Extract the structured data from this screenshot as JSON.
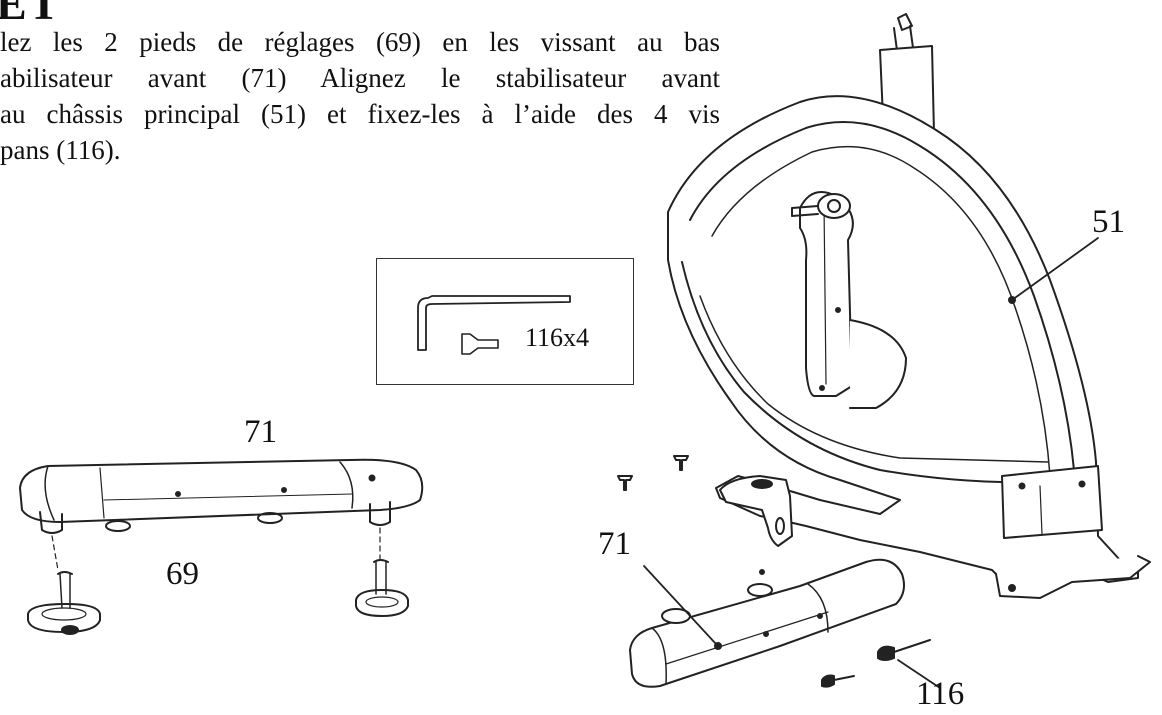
{
  "heading": "ET",
  "instructions": [
    "lez les 2 pieds de réglages (69) en les vissant au bas",
    "abilisateur avant (71) Alignez le stabilisateur avant",
    "au châssis principal (51) et fixez-les à l’aide des 4 vis",
    "pans (116)."
  ],
  "labels": {
    "frame": "51",
    "stabilizer_left": "71",
    "feet": "69",
    "stabilizer_right": "71",
    "screws": "116",
    "hardware": "116x4"
  },
  "icons": [
    "allen-key-icon",
    "screw-icon"
  ],
  "colors": {
    "line": "#222222",
    "background": "#ffffff"
  }
}
